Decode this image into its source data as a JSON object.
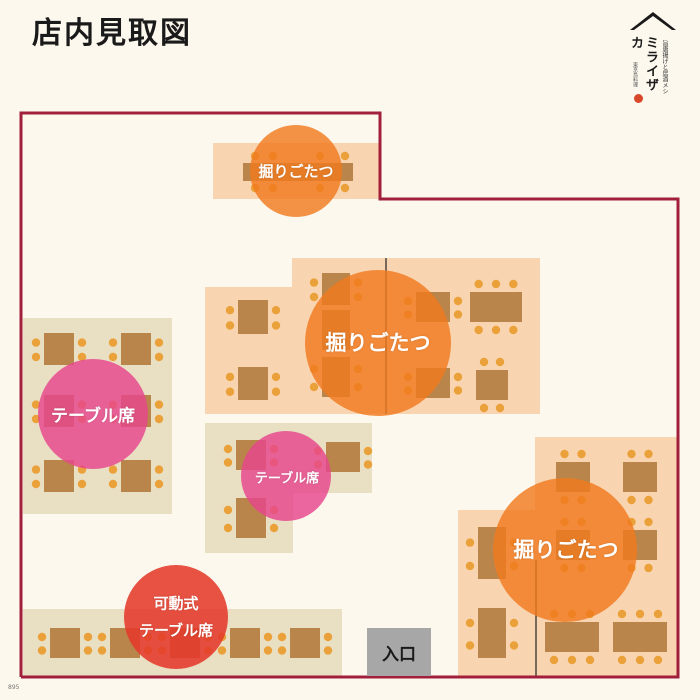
{
  "title": "店内見取図",
  "logo": {
    "tagline": "旨唐揚げと居酒メシ",
    "name": "ミライザカ",
    "small": "東京鳥料理"
  },
  "footnote": "895",
  "labels": {
    "horigotatsu": "掘りごたつ",
    "table_seat": "テーブル席",
    "movable_line1": "可動式",
    "movable_line2": "テーブル席",
    "entrance": "入口"
  },
  "colors": {
    "wall": "#a11f3a",
    "horigotatsu_zone": "#f9d4b0",
    "table_zone": "#e9dfc3",
    "table": "#b9854b",
    "seat": "#eba13a",
    "orange_circle": "#f07a1e",
    "pink_circle": "#e6458e",
    "red_circle": "#e43a2b",
    "entrance": "#a7a7a7"
  }
}
